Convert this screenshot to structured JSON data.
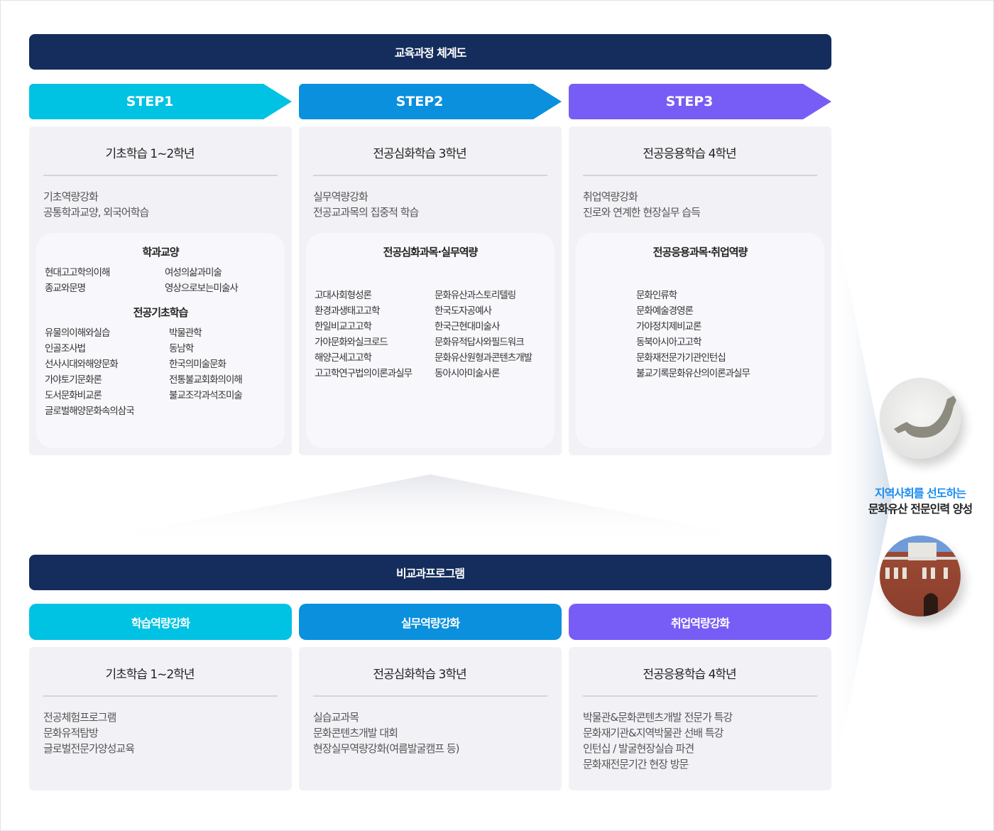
{
  "header": {
    "title": "교육과정 체계도"
  },
  "colors": {
    "navy": "#142d5c",
    "step1": "#00c2e2",
    "step2": "#0a90dd",
    "step3": "#785cf6",
    "accent_text": "#1a8cf0"
  },
  "steps": [
    {
      "label": "STEP1",
      "title": "기초학습 1~2학년",
      "desc": [
        "기초역량강화",
        "공통학과교양, 외국어학습"
      ],
      "groups": [
        {
          "title": "학과교양",
          "items": [
            "현대고고학의이해",
            "여성의삶과미술",
            "종교와문명",
            "영상으로보는미술사"
          ]
        },
        {
          "title": "전공기초학습",
          "items": [
            "유물의이해와실습",
            "박물관학",
            "인골조사법",
            "동남학",
            "선사시대와해양문화",
            "한국의미술문화",
            "가야토기문화론",
            "전통불교회화의이해",
            "도서문화비교론",
            "불교조각과석조미술",
            "글로벌해양문화속의삼국"
          ]
        }
      ]
    },
    {
      "label": "STEP2",
      "title": "전공심화학습 3학년",
      "desc": [
        "실무역량강화",
        "전공교과목의 집중적 학습"
      ],
      "groups": [
        {
          "title": "전공심화과목·실무역량",
          "items": [
            "고대사회형성론",
            "문화유산과스토리텔링",
            "환경과생태고고학",
            "한국도자공예사",
            "한일비교고고학",
            "한국근현대미술사",
            "가야문화와실크로드",
            "문화유적답사와필드워크",
            "해양근세고고학",
            "문화유산원형과콘텐츠개발",
            "고고학연구법의이론과실무",
            "동아시아미술사론"
          ]
        }
      ]
    },
    {
      "label": "STEP3",
      "title": "전공응용학습 4학년",
      "desc": [
        "취업역량강화",
        "진로와 연계한 현장실무 습득"
      ],
      "groups": [
        {
          "title": "전공응용과목·취업역량",
          "items": [
            "문화인류학",
            "문화예술경영론",
            "가야정치제비교론",
            "동북아시아고고학",
            "문화재전문가기관인턴십",
            "불교기록문화유산의이론과실무"
          ]
        }
      ]
    }
  ],
  "extra": {
    "title": "비교과프로그램",
    "programs": [
      {
        "label": "학습역량강화",
        "title": "기초학습 1~2학년",
        "items": [
          "전공체험프로그램",
          "문화유적탐방",
          "글로벌전문가양성교육"
        ]
      },
      {
        "label": "실무역량강화",
        "title": "전공심화학습 3학년",
        "items": [
          "실습교과목",
          "문화콘텐츠개발 대회",
          "현장실무역량강화(여름발굴캠프 등)"
        ]
      },
      {
        "label": "취업역량강화",
        "title": "전공응용학습 4학년",
        "items": [
          "박물관&문화콘텐츠개발 전문가 특강",
          "문화재기관&지역박물관 선배 특강",
          "인턴십 / 발굴현장실습 파견",
          "문화재전문기간 현장 방문"
        ]
      }
    ]
  },
  "side": {
    "line1": "지역사회를 선도하는",
    "line2": "문화유산 전문인력 양성"
  }
}
